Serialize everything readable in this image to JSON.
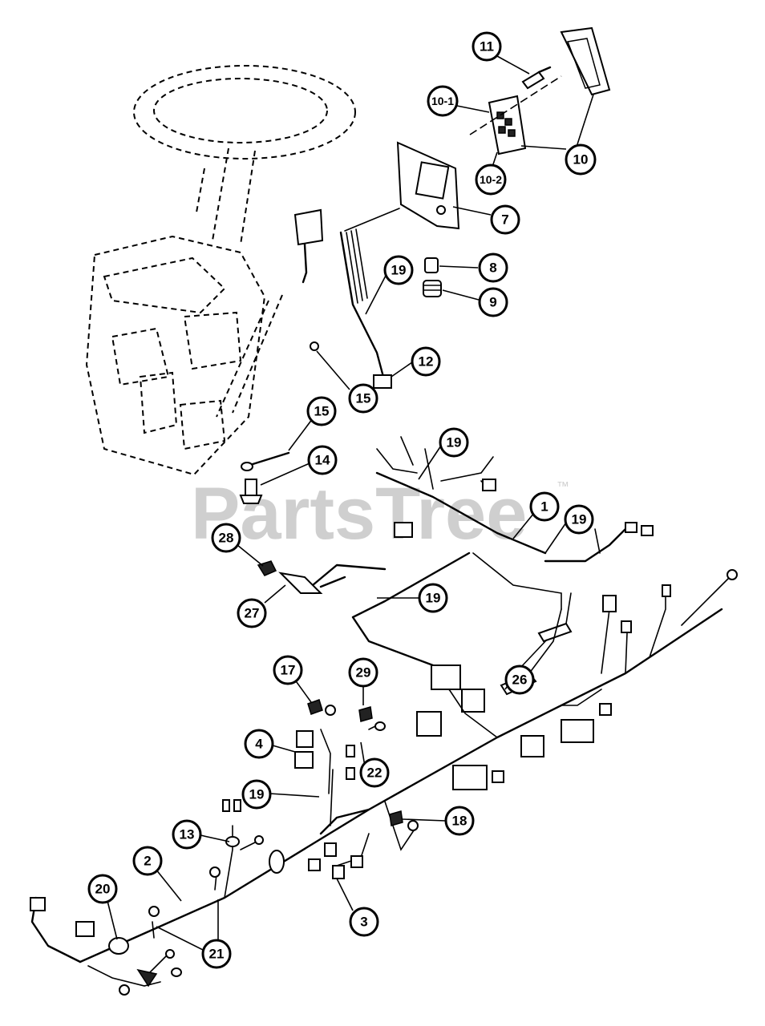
{
  "watermark": {
    "text": "PartsTree",
    "trademark": "™",
    "color": "#c8c8c8"
  },
  "callouts": [
    {
      "id": "c11",
      "label": "11"
    },
    {
      "id": "c10-1",
      "label": "10-1"
    },
    {
      "id": "c10",
      "label": "10"
    },
    {
      "id": "c10-2",
      "label": "10-2"
    },
    {
      "id": "c7",
      "label": "7"
    },
    {
      "id": "c8",
      "label": "8"
    },
    {
      "id": "c9",
      "label": "9"
    },
    {
      "id": "c19a",
      "label": "19"
    },
    {
      "id": "c12",
      "label": "12"
    },
    {
      "id": "c15a",
      "label": "15"
    },
    {
      "id": "c15b",
      "label": "15"
    },
    {
      "id": "c14",
      "label": "14"
    },
    {
      "id": "c19b",
      "label": "19"
    },
    {
      "id": "c1",
      "label": "1"
    },
    {
      "id": "c19c",
      "label": "19"
    },
    {
      "id": "c28",
      "label": "28"
    },
    {
      "id": "c27",
      "label": "27"
    },
    {
      "id": "c19d",
      "label": "19"
    },
    {
      "id": "c26",
      "label": "26"
    },
    {
      "id": "c17",
      "label": "17"
    },
    {
      "id": "c29",
      "label": "29"
    },
    {
      "id": "c4",
      "label": "4"
    },
    {
      "id": "c22",
      "label": "22"
    },
    {
      "id": "c19e",
      "label": "19"
    },
    {
      "id": "c18",
      "label": "18"
    },
    {
      "id": "c13",
      "label": "13"
    },
    {
      "id": "c2",
      "label": "2"
    },
    {
      "id": "c20",
      "label": "20"
    },
    {
      "id": "c21",
      "label": "21"
    },
    {
      "id": "c3",
      "label": "3"
    }
  ]
}
